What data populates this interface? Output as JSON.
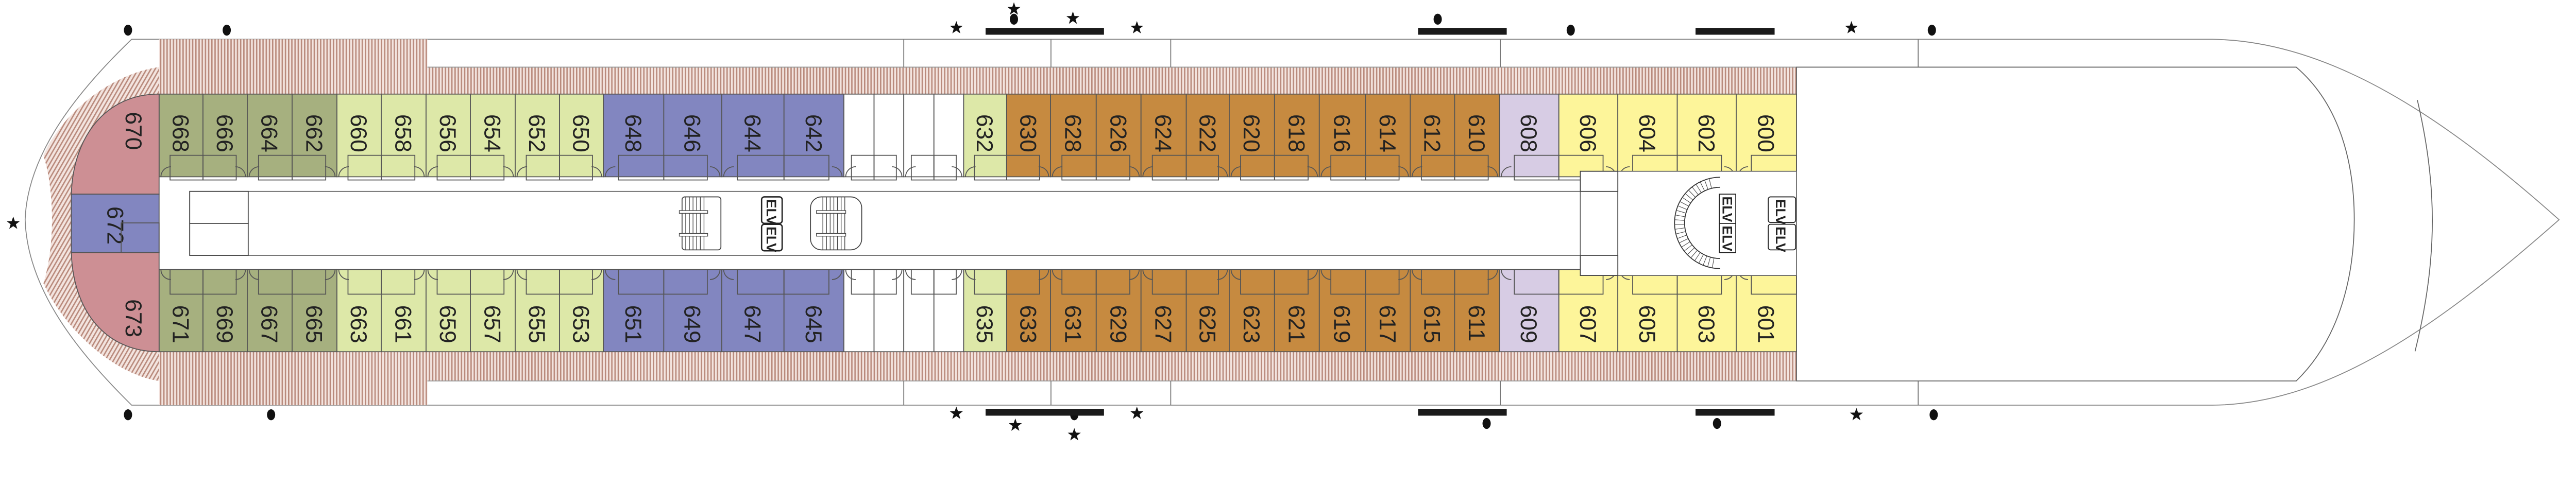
{
  "categories": {
    "olive": "#a6b07f",
    "lightgreen": "#dde8a8",
    "blue": "#8286c0",
    "orange": "#c68a40",
    "lavender": "#d7cce4",
    "yellow": "#fdf59a",
    "pink": "#cd8f94",
    "service": "#ffffff",
    "deck_hatch": "#b98a7c"
  },
  "cabins_top": [
    {
      "num": "668",
      "cat": "olive"
    },
    {
      "num": "666",
      "cat": "olive"
    },
    {
      "num": "664",
      "cat": "olive"
    },
    {
      "num": "662",
      "cat": "olive"
    },
    {
      "num": "660",
      "cat": "lightgreen"
    },
    {
      "num": "658",
      "cat": "lightgreen"
    },
    {
      "num": "656",
      "cat": "lightgreen"
    },
    {
      "num": "654",
      "cat": "lightgreen"
    },
    {
      "num": "652",
      "cat": "lightgreen"
    },
    {
      "num": "650",
      "cat": "lightgreen"
    },
    {
      "num": "648",
      "cat": "blue"
    },
    {
      "num": "646",
      "cat": "blue"
    },
    {
      "num": "644",
      "cat": "blue"
    },
    {
      "num": "642",
      "cat": "blue"
    },
    {
      "num": "",
      "cat": "service"
    },
    {
      "num": "",
      "cat": "service"
    },
    {
      "num": "",
      "cat": "service"
    },
    {
      "num": "",
      "cat": "service"
    },
    {
      "num": "632",
      "cat": "lightgreen"
    },
    {
      "num": "630",
      "cat": "orange"
    },
    {
      "num": "628",
      "cat": "orange"
    },
    {
      "num": "626",
      "cat": "orange"
    },
    {
      "num": "624",
      "cat": "orange"
    },
    {
      "num": "622",
      "cat": "orange"
    },
    {
      "num": "620",
      "cat": "orange"
    },
    {
      "num": "618",
      "cat": "orange"
    },
    {
      "num": "616",
      "cat": "orange"
    },
    {
      "num": "614",
      "cat": "orange"
    },
    {
      "num": "612",
      "cat": "orange"
    },
    {
      "num": "610",
      "cat": "orange"
    },
    {
      "num": "608",
      "cat": "lavender"
    },
    {
      "num": "606",
      "cat": "yellow"
    },
    {
      "num": "604",
      "cat": "yellow"
    },
    {
      "num": "602",
      "cat": "yellow"
    },
    {
      "num": "600",
      "cat": "yellow"
    }
  ],
  "cabins_bottom": [
    {
      "num": "671",
      "cat": "olive"
    },
    {
      "num": "669",
      "cat": "olive"
    },
    {
      "num": "667",
      "cat": "olive"
    },
    {
      "num": "665",
      "cat": "olive"
    },
    {
      "num": "663",
      "cat": "lightgreen"
    },
    {
      "num": "661",
      "cat": "lightgreen"
    },
    {
      "num": "659",
      "cat": "lightgreen"
    },
    {
      "num": "657",
      "cat": "lightgreen"
    },
    {
      "num": "655",
      "cat": "lightgreen"
    },
    {
      "num": "653",
      "cat": "lightgreen"
    },
    {
      "num": "651",
      "cat": "blue"
    },
    {
      "num": "649",
      "cat": "blue"
    },
    {
      "num": "647",
      "cat": "blue"
    },
    {
      "num": "645",
      "cat": "blue"
    },
    {
      "num": "",
      "cat": "service"
    },
    {
      "num": "",
      "cat": "service"
    },
    {
      "num": "",
      "cat": "service"
    },
    {
      "num": "",
      "cat": "service"
    },
    {
      "num": "635",
      "cat": "lightgreen"
    },
    {
      "num": "633",
      "cat": "orange"
    },
    {
      "num": "631",
      "cat": "orange"
    },
    {
      "num": "629",
      "cat": "orange"
    },
    {
      "num": "627",
      "cat": "orange"
    },
    {
      "num": "625",
      "cat": "orange"
    },
    {
      "num": "623",
      "cat": "orange"
    },
    {
      "num": "621",
      "cat": "orange"
    },
    {
      "num": "619",
      "cat": "orange"
    },
    {
      "num": "617",
      "cat": "orange"
    },
    {
      "num": "615",
      "cat": "orange"
    },
    {
      "num": "611",
      "cat": "orange"
    },
    {
      "num": "609",
      "cat": "lavender"
    },
    {
      "num": "607",
      "cat": "yellow"
    },
    {
      "num": "605",
      "cat": "yellow"
    },
    {
      "num": "603",
      "cat": "yellow"
    },
    {
      "num": "601",
      "cat": "yellow"
    }
  ],
  "stern_cabins": [
    {
      "num": "670",
      "cat": "pink"
    },
    {
      "num": "672",
      "cat": "blue"
    },
    {
      "num": "673",
      "cat": "pink"
    }
  ],
  "elevator_label": "ELV",
  "markers_top": [
    "dot",
    "dot",
    "star",
    "star",
    "dot",
    "star",
    "star",
    "dot",
    "dot",
    "star",
    "dot"
  ],
  "markers_bottom": [
    "dot",
    "dot",
    "star",
    "star",
    "dot",
    "star",
    "star",
    "dot",
    "dot",
    "star",
    "dot"
  ]
}
